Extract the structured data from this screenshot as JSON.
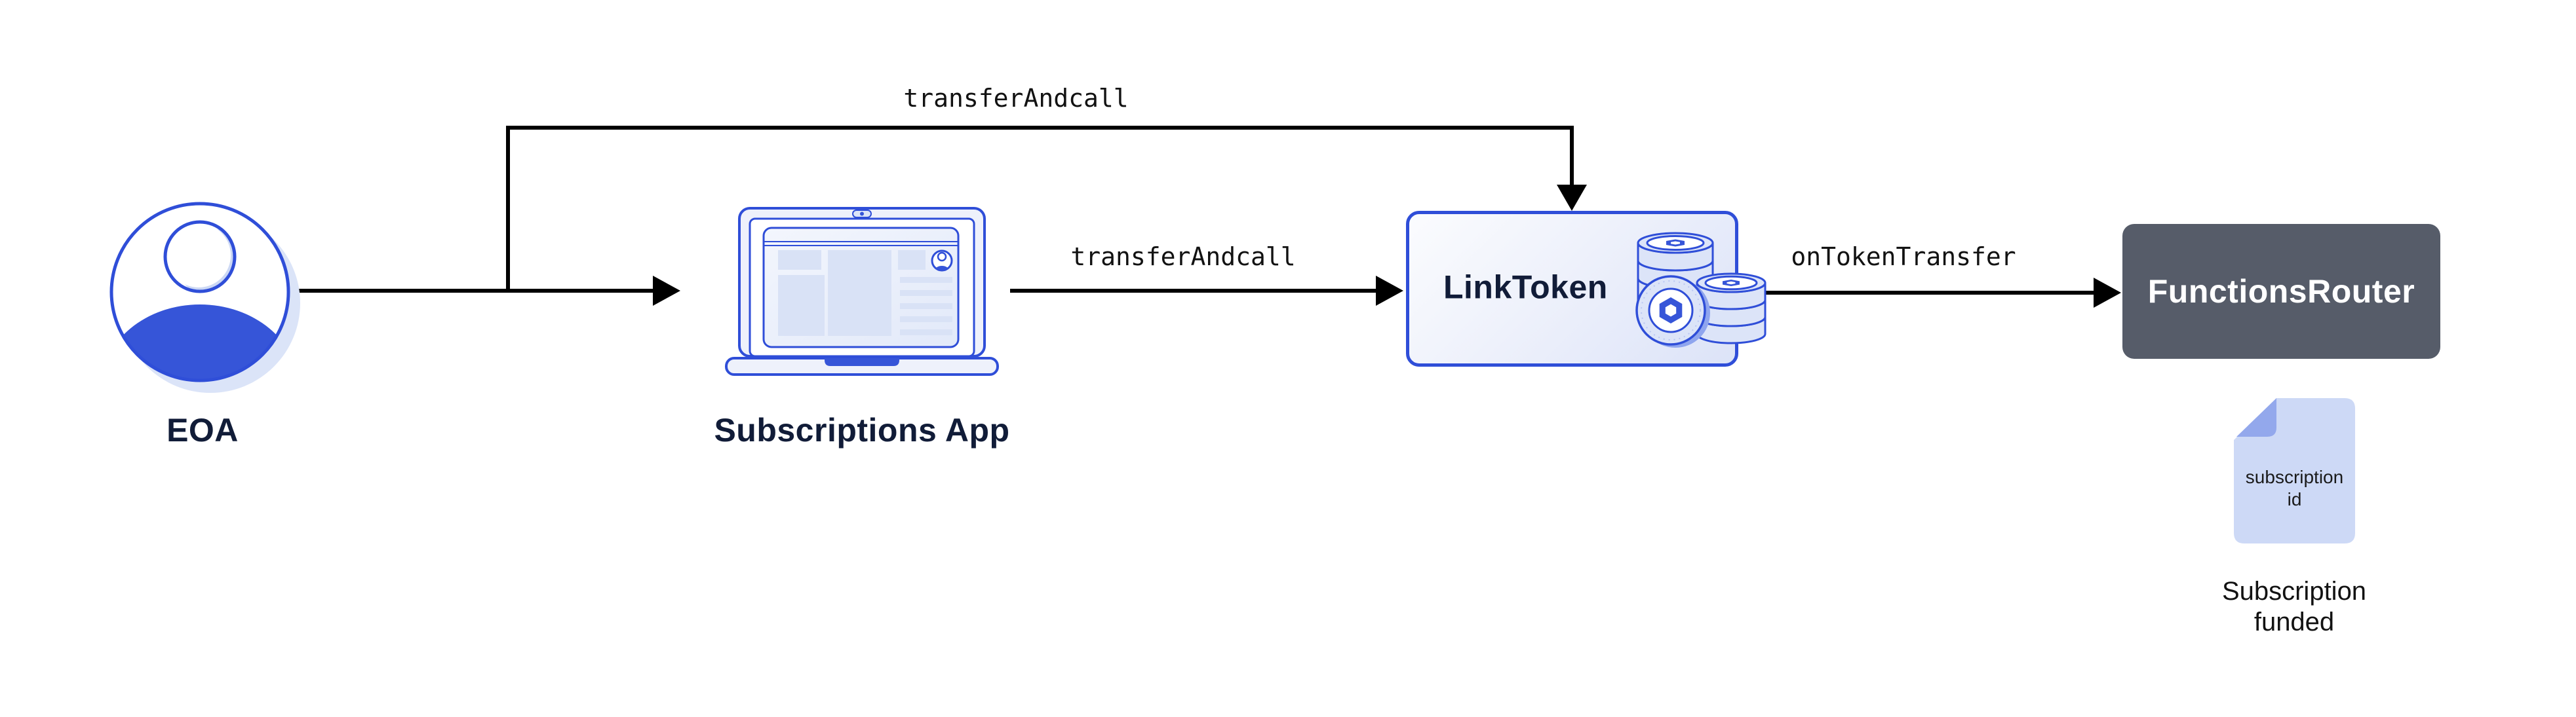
{
  "colors": {
    "accent_blue": "#2f4ed8",
    "solid_blue": "#3655d8",
    "light_blue_fill": "#dce4f8",
    "panel_fill": "#eef1fb",
    "navy_text": "#111c38",
    "router_bg": "#565c69",
    "router_text": "#ffffff",
    "doc_fill": "#cdd9f6",
    "doc_fold": "#93a8ec",
    "arrow_color": "#000000"
  },
  "nodes": {
    "eoa": {
      "label": "EOA",
      "icon": "person-avatar-icon"
    },
    "subscriptions_app": {
      "label": "Subscriptions App",
      "icon": "laptop-icon"
    },
    "link_token": {
      "label": "LinkToken",
      "icon": "coin-stack-icon"
    },
    "functions_router": {
      "label": "FunctionsRouter"
    }
  },
  "edges": {
    "eoa_to_linktoken_top": {
      "label": "transferAndcall"
    },
    "app_to_linktoken": {
      "label": "transferAndcall"
    },
    "linktoken_to_router": {
      "label": "onTokenTransfer"
    }
  },
  "document_note": {
    "line1": "subscription",
    "line2": "id",
    "caption_line1": "Subscription",
    "caption_line2": "funded"
  }
}
